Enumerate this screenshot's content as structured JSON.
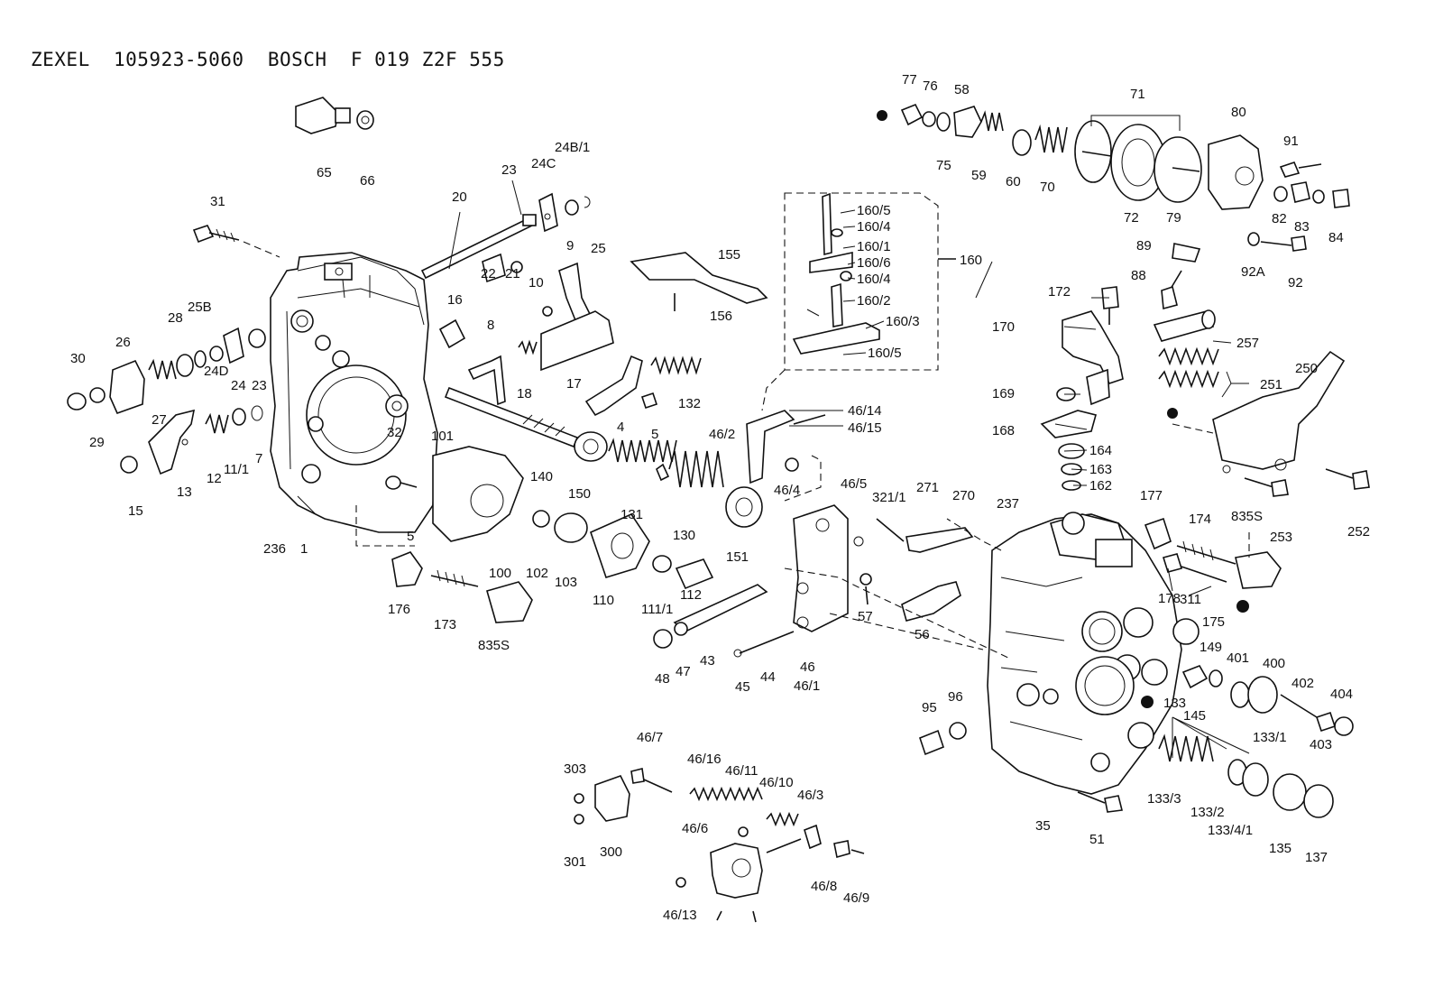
{
  "title": "ZEXEL  105923-5060  BOSCH  F 019 Z2F 555",
  "labels": {
    "l65": "65",
    "l66": "66",
    "l31": "31",
    "l20": "20",
    "l23a": "23",
    "l24c": "24C",
    "l24b1": "24B/1",
    "l25": "25",
    "l9": "9",
    "l10": "10",
    "l22": "22",
    "l21": "21",
    "l16": "16",
    "l8": "8",
    "l18": "18",
    "l17": "17",
    "l28": "28",
    "l25b": "25B",
    "l26": "26",
    "l30": "30",
    "l29": "29",
    "l27": "27",
    "l24d": "24D",
    "l24": "24",
    "l23b": "23",
    "l12": "12",
    "l11_1": "11/1",
    "l7": "7",
    "l13": "13",
    "l15": "15",
    "l32": "32",
    "l101": "101",
    "l140": "140",
    "l150": "150",
    "l131": "131",
    "l130": "130",
    "l151": "151",
    "l132": "132",
    "l4": "4",
    "l5a": "5",
    "l5b": "5",
    "l236": "236",
    "l1": "1",
    "l100": "100",
    "l102": "102",
    "l103": "103",
    "l110": "110",
    "l111_1": "111/1",
    "l112": "112",
    "l176": "176",
    "l173": "173",
    "l835s_a": "835S",
    "l48": "48",
    "l47": "47",
    "l43": "43",
    "l45": "45",
    "l44": "44",
    "l46": "46",
    "l46_1": "46/1",
    "l46_2": "46/2",
    "l46_4": "46/4",
    "l46_5": "46/5",
    "l46_14": "46/14",
    "l46_15": "46/15",
    "l321_1": "321/1",
    "l271": "271",
    "l270": "270",
    "l57": "57",
    "l56": "56",
    "l155": "155",
    "l156": "156",
    "l160": "160",
    "l160_5a": "160/5",
    "l160_4a": "160/4",
    "l160_1": "160/1",
    "l160_6": "160/6",
    "l160_4b": "160/4",
    "l160_2": "160/2",
    "l160_3": "160/3",
    "l160_5b": "160/5",
    "l77": "77",
    "l76": "76",
    "l58": "58",
    "l75": "75",
    "l59": "59",
    "l60": "60",
    "l70": "70",
    "l71": "71",
    "l72": "72",
    "l79": "79",
    "l80": "80",
    "l91": "91",
    "l82": "82",
    "l83": "83",
    "l84": "84",
    "l89": "89",
    "l88": "88",
    "l92a": "92A",
    "l92": "92",
    "l172": "172",
    "l170": "170",
    "l169": "169",
    "l168": "168",
    "l164": "164",
    "l163": "163",
    "l162": "162",
    "l257": "257",
    "l251": "251",
    "l250": "250",
    "l253": "253",
    "l252": "252",
    "l237": "237",
    "l177": "177",
    "l174": "174",
    "l835s_b": "835S",
    "l178": "178",
    "l311": "311",
    "l175": "175",
    "l149": "149",
    "l401": "401",
    "l400": "400",
    "l402": "402",
    "l404": "404",
    "l403": "403",
    "l145": "145",
    "l95": "95",
    "l96": "96",
    "l133": "133",
    "l133_1": "133/1",
    "l133_3": "133/3",
    "l133_2": "133/2",
    "l133_4_1": "133/4/1",
    "l135": "135",
    "l137": "137",
    "l35": "35",
    "l51": "51",
    "l46_7": "46/7",
    "l46_16": "46/16",
    "l46_11": "46/11",
    "l46_10": "46/10",
    "l46_3": "46/3",
    "l303": "303",
    "l301": "301",
    "l300": "300",
    "l46_6": "46/6",
    "l46_13": "46/13",
    "l46_8": "46/8",
    "l46_9": "46/9"
  }
}
